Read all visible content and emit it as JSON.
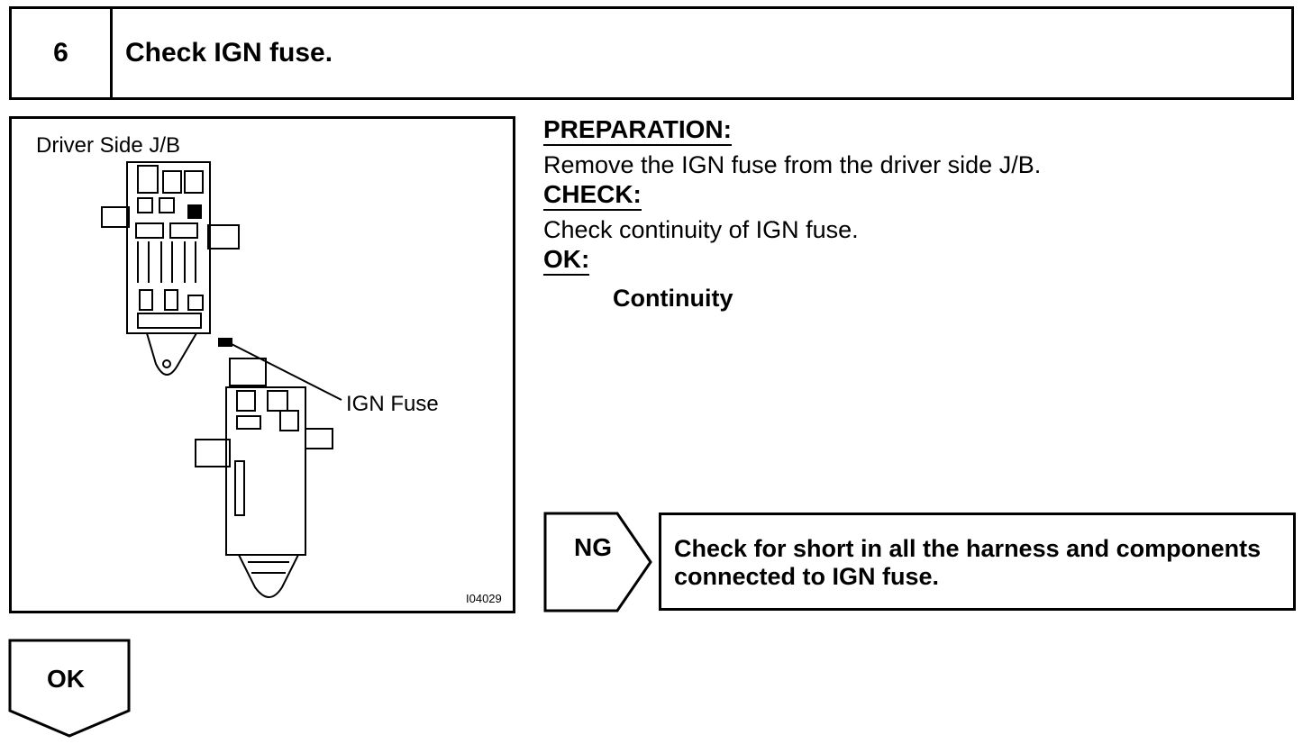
{
  "step": {
    "number": "6",
    "title": "Check IGN fuse."
  },
  "figure": {
    "label_jb": "Driver Side J/B",
    "label_fuse": "IGN Fuse",
    "code": "I04029"
  },
  "instructions": {
    "preparation_heading": "PREPARATION:",
    "preparation_text": "Remove the IGN fuse from the driver side J/B.",
    "check_heading": "CHECK:",
    "check_text": "Check continuity of IGN fuse.",
    "ok_heading": "OK:",
    "ok_result": "Continuity"
  },
  "ng": {
    "label": "NG",
    "action": "Check for short in all the harness and components connected to IGN fuse."
  },
  "ok": {
    "label": "OK"
  }
}
